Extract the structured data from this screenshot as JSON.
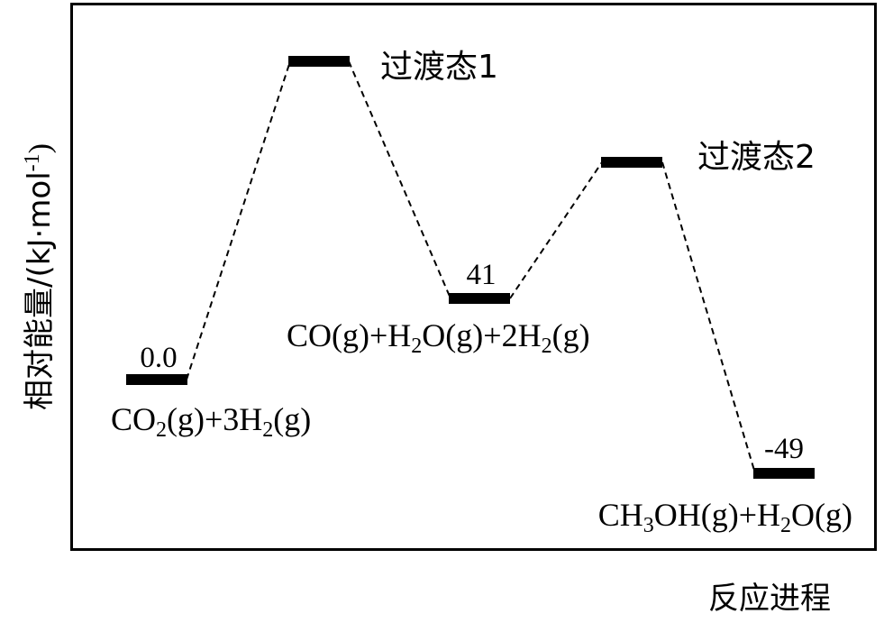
{
  "diagram": {
    "ylabel_text": "相对能量/(kJ·mol",
    "ylabel_sup": "-1",
    "ylabel_close": ")",
    "xlabel": "反应进程",
    "colors": {
      "line": "#000000",
      "background": "#ffffff"
    },
    "levels": [
      {
        "id": "reactant",
        "value": "0.0",
        "label": [
          [
            "CO",
            ""
          ],
          [
            "2",
            "sub"
          ],
          [
            "(g)+3H",
            ""
          ],
          [
            "2",
            "sub"
          ],
          [
            "(g)",
            ""
          ]
        ]
      },
      {
        "id": "ts1",
        "label": [
          [
            "过渡态1",
            ""
          ]
        ]
      },
      {
        "id": "intermediate",
        "value": "41",
        "label": [
          [
            "CO(g)+H",
            ""
          ],
          [
            "2",
            "sub"
          ],
          [
            "O(g)+2H",
            ""
          ],
          [
            "2",
            "sub"
          ],
          [
            "(g)",
            ""
          ]
        ]
      },
      {
        "id": "ts2",
        "label": [
          [
            "过渡态2",
            ""
          ]
        ]
      },
      {
        "id": "product",
        "value": "-49",
        "label": [
          [
            "CH",
            ""
          ],
          [
            "3",
            "sub"
          ],
          [
            "OH(g)+H",
            ""
          ],
          [
            "2",
            "sub"
          ],
          [
            "O(g)",
            ""
          ]
        ]
      }
    ]
  }
}
